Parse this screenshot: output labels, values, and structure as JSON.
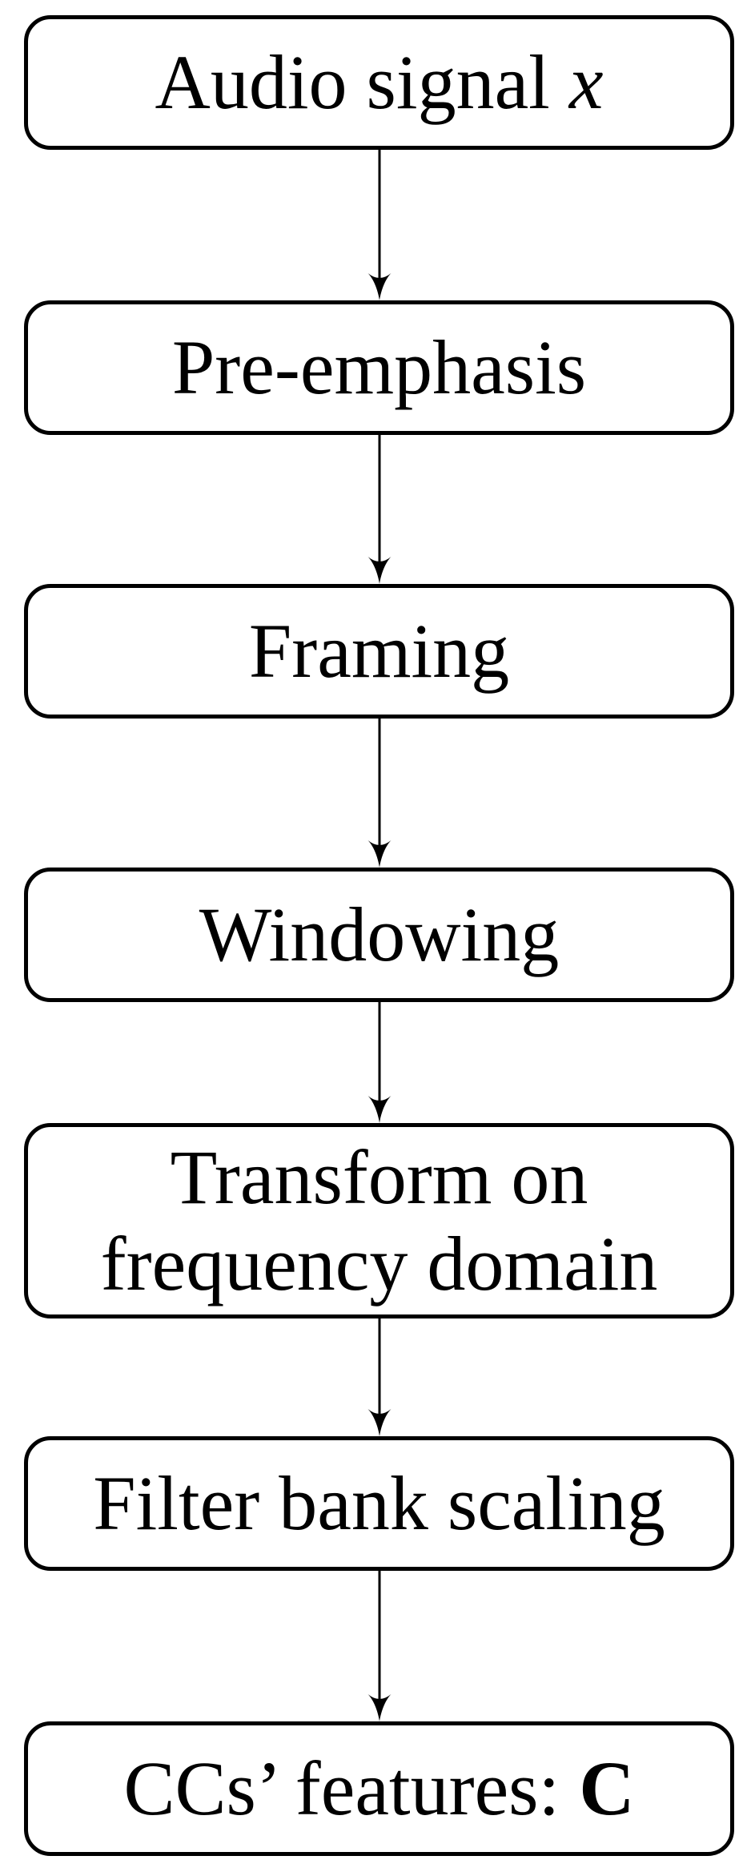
{
  "colors": {
    "background": "#ffffff",
    "node_border": "#000000",
    "node_fill": "#ffffff",
    "text": "#000000",
    "arrow": "#000000"
  },
  "diagram": {
    "type": "flowchart",
    "direction": "top-to-bottom",
    "nodes": [
      {
        "id": "audio-signal",
        "label": "Audio signal x"
      },
      {
        "id": "pre-emphasis",
        "label": "Pre-emphasis"
      },
      {
        "id": "framing",
        "label": "Framing"
      },
      {
        "id": "windowing",
        "label": "Windowing"
      },
      {
        "id": "transform",
        "label": "Transform on frequency domain"
      },
      {
        "id": "filter-bank",
        "label": "Filter bank scaling"
      },
      {
        "id": "ccs-features",
        "label": "CCs’ features: C"
      }
    ],
    "edges": [
      {
        "from": "audio-signal",
        "to": "pre-emphasis"
      },
      {
        "from": "pre-emphasis",
        "to": "framing"
      },
      {
        "from": "framing",
        "to": "windowing"
      },
      {
        "from": "windowing",
        "to": "transform"
      },
      {
        "from": "transform",
        "to": "filter-bank"
      },
      {
        "from": "filter-bank",
        "to": "ccs-features"
      }
    ]
  },
  "nodes": [
    {
      "lines": [
        [
          {
            "text": "Audio signal ",
            "style": "normal"
          },
          {
            "text": "x",
            "style": "italic"
          }
        ]
      ]
    },
    {
      "lines": [
        [
          {
            "text": "Pre-emphasis",
            "style": "normal"
          }
        ]
      ]
    },
    {
      "lines": [
        [
          {
            "text": "Framing",
            "style": "normal"
          }
        ]
      ]
    },
    {
      "lines": [
        [
          {
            "text": "Windowing",
            "style": "normal"
          }
        ]
      ]
    },
    {
      "lines": [
        [
          {
            "text": "Transform on",
            "style": "normal"
          }
        ],
        [
          {
            "text": "frequency domain",
            "style": "normal"
          }
        ]
      ]
    },
    {
      "lines": [
        [
          {
            "text": "Filter bank scaling",
            "style": "normal"
          }
        ]
      ]
    },
    {
      "lines": [
        [
          {
            "text": "CCs’ features: ",
            "style": "normal"
          },
          {
            "text": "C",
            "style": "bold"
          }
        ]
      ]
    }
  ]
}
